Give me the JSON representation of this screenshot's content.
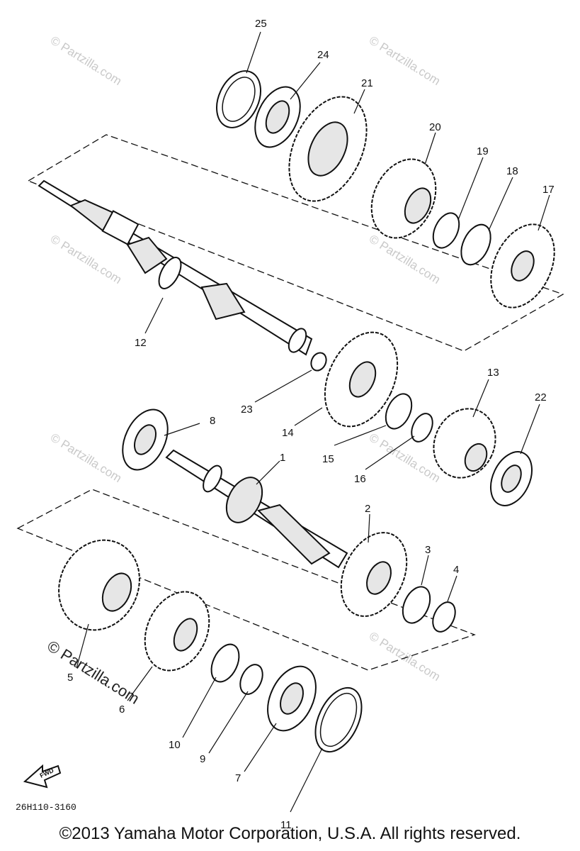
{
  "diagram": {
    "watermark": "© Partzilla.com",
    "drawing_code": "26H110-3160",
    "fwd_label": "FWD",
    "parts": [
      {
        "id": "p1",
        "label": "1"
      },
      {
        "id": "p2",
        "label": "2"
      },
      {
        "id": "p3",
        "label": "3"
      },
      {
        "id": "p4",
        "label": "4"
      },
      {
        "id": "p5",
        "label": "5"
      },
      {
        "id": "p6",
        "label": "6"
      },
      {
        "id": "p7",
        "label": "7"
      },
      {
        "id": "p8",
        "label": "8"
      },
      {
        "id": "p9",
        "label": "9"
      },
      {
        "id": "p10",
        "label": "10"
      },
      {
        "id": "p11",
        "label": "11"
      },
      {
        "id": "p12",
        "label": "12"
      },
      {
        "id": "p13",
        "label": "13"
      },
      {
        "id": "p14",
        "label": "14"
      },
      {
        "id": "p15",
        "label": "15"
      },
      {
        "id": "p16",
        "label": "16"
      },
      {
        "id": "p17",
        "label": "17"
      },
      {
        "id": "p18",
        "label": "18"
      },
      {
        "id": "p19",
        "label": "19"
      },
      {
        "id": "p20",
        "label": "20"
      },
      {
        "id": "p21",
        "label": "21"
      },
      {
        "id": "p22",
        "label": "22"
      },
      {
        "id": "p23",
        "label": "23"
      },
      {
        "id": "p24",
        "label": "24"
      },
      {
        "id": "p25",
        "label": "25"
      }
    ]
  },
  "footer": {
    "copyright": "©2013 Yamaha Motor Corporation, U.S.A. All rights reserved."
  }
}
